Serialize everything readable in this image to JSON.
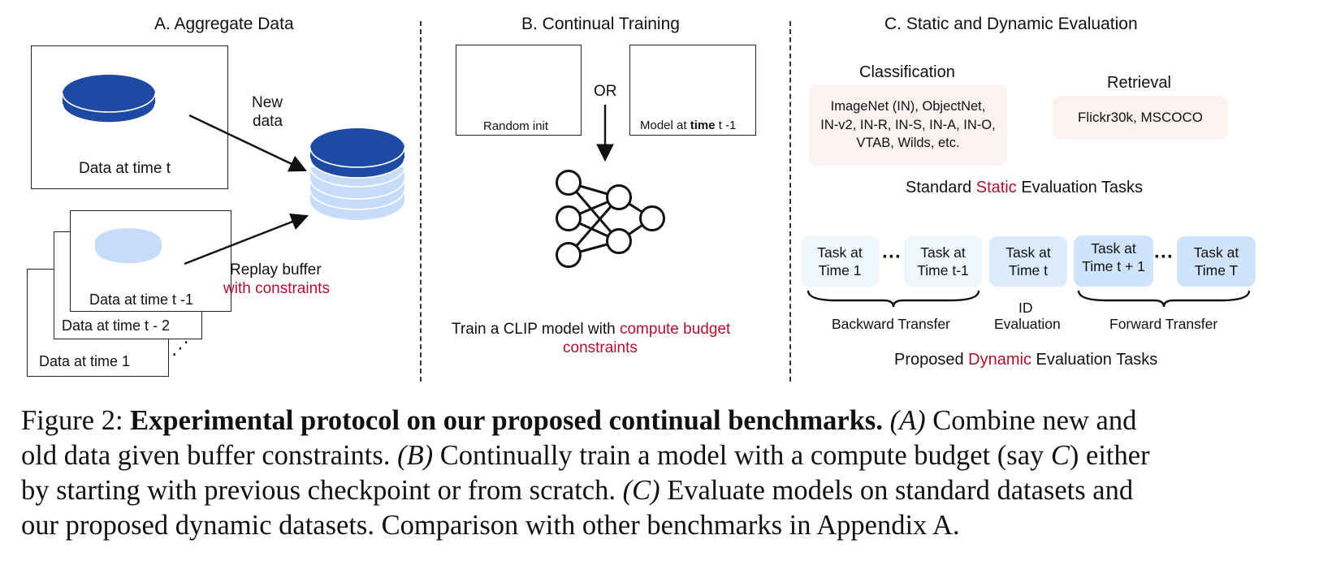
{
  "panels": {
    "a_title": "A. Aggregate Data",
    "b_title": "B. Continual Training",
    "c_title": "C. Static and Dynamic Evaluation"
  },
  "aggregate": {
    "data_t": "Data at time t",
    "new_data_1": "New",
    "new_data_2": "data",
    "replay_1": "Replay buffer",
    "replay_2": "with constraints",
    "data_t_minus_1": "Data at time t -1",
    "data_t_minus_2": "Data at time t - 2",
    "data_1": "Data at time 1",
    "ellipsis": "⋰"
  },
  "training": {
    "random_init": "Random init",
    "model_prev_a": "Model at ",
    "model_prev_b": "time",
    "model_prev_c": " t -1",
    "or": "OR",
    "train_a": "Train a CLIP model with ",
    "train_b": "compute budget",
    "train_c": "constraints"
  },
  "evaluation": {
    "classification_title": "Classification",
    "classification_lines": [
      "ImageNet (IN), ObjectNet,",
      "IN-v2, IN-R, IN-S, IN-A, IN-O,",
      "VTAB, Wilds, etc."
    ],
    "retrieval_title": "Retrieval",
    "retrieval_text": "Flickr30k, MSCOCO",
    "static_a": "Standard ",
    "static_b": "Static",
    "static_c": " Evaluation Tasks",
    "tasks": [
      [
        "Task at",
        "Time 1"
      ],
      [
        "Task at",
        "Time t-1"
      ],
      [
        "Task at",
        "Time t"
      ],
      [
        "Task at",
        "Time t + 1"
      ],
      [
        "Task at",
        "Time T"
      ]
    ],
    "dots": "···",
    "backward": "Backward Transfer",
    "id_1": "ID",
    "id_2": "Evaluation",
    "forward": "Forward Transfer",
    "dynamic_a": "Proposed ",
    "dynamic_b": "Dynamic",
    "dynamic_c": " Evaluation Tasks"
  },
  "caption": {
    "label": "Figure 2: ",
    "bold": "Experimental protocol on our proposed continual benchmarks.",
    "a_tag": "(A)",
    "a_text": " Combine new and",
    "line2_a": "old data given buffer constraints. ",
    "b_tag": "(B)",
    "b_text": " Continually train a model with a compute budget (say ",
    "c_var": "C",
    "b_text2": ") either",
    "line3_a": "by starting with previous checkpoint or from scratch. ",
    "c_tag": "(C)",
    "c_text": " Evaluate models on standard datasets and",
    "line4": "our proposed dynamic datasets. Comparison with other benchmarks in Appendix A."
  },
  "colors": {
    "dark_blue": "#1f4aa3",
    "light_blue": "#c6dcfa",
    "accent_red": "#b01030",
    "pink_box": "#fdf2f2",
    "task_light": "#eef6fe",
    "task_mid": "#cfe3fa"
  }
}
